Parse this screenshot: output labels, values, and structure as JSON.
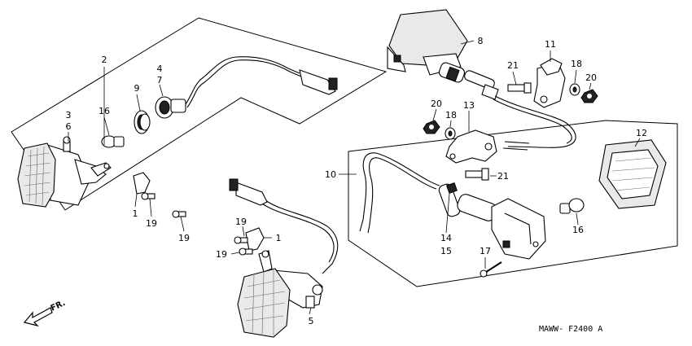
{
  "diagram_code": "MAWW- F2400 A",
  "direction_label": "FR.",
  "callouts": [
    {
      "key": "c2",
      "text": "2"
    },
    {
      "key": "c3",
      "text": "3"
    },
    {
      "key": "c6",
      "text": "6"
    },
    {
      "key": "c16a",
      "text": "16"
    },
    {
      "key": "c9",
      "text": "9"
    },
    {
      "key": "c4",
      "text": "4"
    },
    {
      "key": "c7",
      "text": "7"
    },
    {
      "key": "c1a",
      "text": "1"
    },
    {
      "key": "c19a",
      "text": "19"
    },
    {
      "key": "c19b",
      "text": "19"
    },
    {
      "key": "c8",
      "text": "8"
    },
    {
      "key": "c11",
      "text": "11"
    },
    {
      "key": "c21a",
      "text": "21"
    },
    {
      "key": "c18a",
      "text": "18"
    },
    {
      "key": "c20a",
      "text": "20"
    },
    {
      "key": "c20b",
      "text": "20"
    },
    {
      "key": "c18b",
      "text": "18"
    },
    {
      "key": "c13",
      "text": "13"
    },
    {
      "key": "c21b",
      "text": "21"
    },
    {
      "key": "c10",
      "text": "10"
    },
    {
      "key": "c12",
      "text": "12"
    },
    {
      "key": "c14",
      "text": "14"
    },
    {
      "key": "c15",
      "text": "15"
    },
    {
      "key": "c16b",
      "text": "16"
    },
    {
      "key": "c17",
      "text": "17"
    },
    {
      "key": "c19c",
      "text": "19"
    },
    {
      "key": "c1b",
      "text": "1"
    },
    {
      "key": "c19d",
      "text": "19"
    },
    {
      "key": "c5",
      "text": "5"
    }
  ]
}
